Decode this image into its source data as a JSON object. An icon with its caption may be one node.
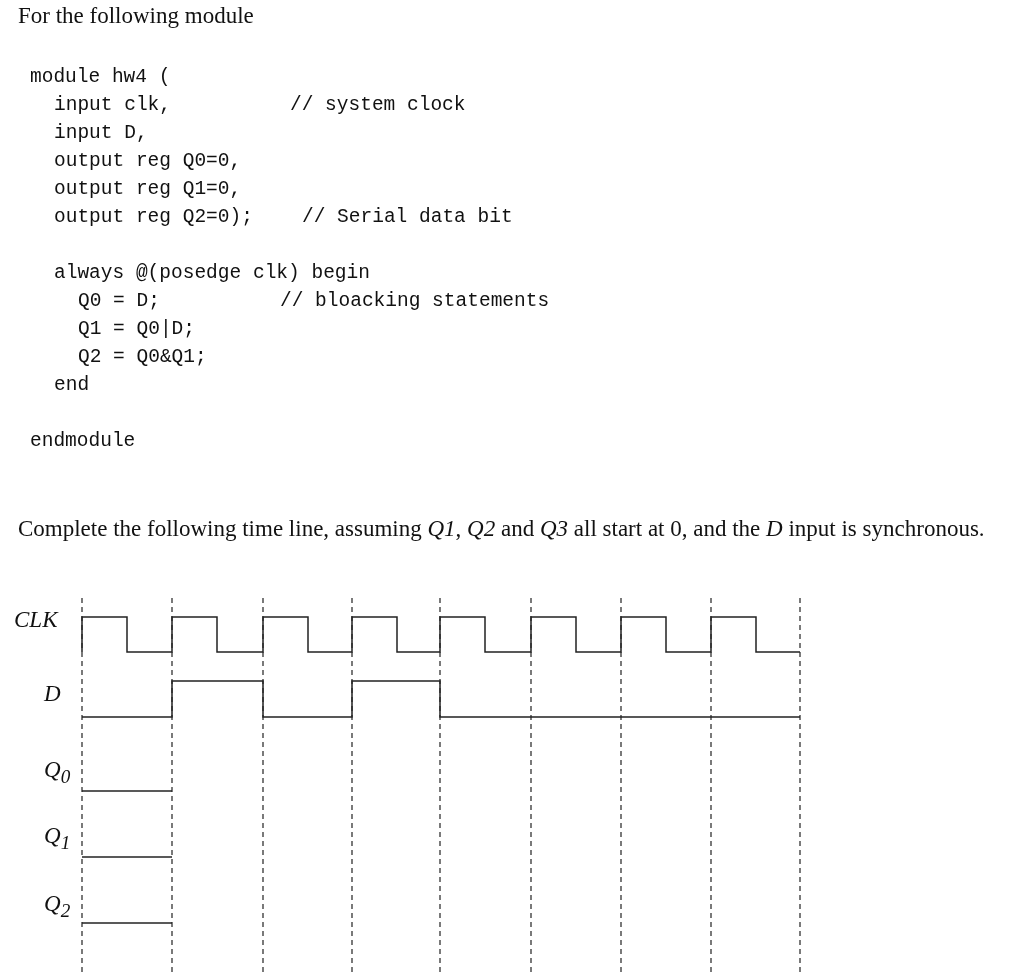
{
  "diagram": {
    "labels": [
      "For the following module",
      "module hw4 (",
      "input clk,",
      "// system clock",
      "input D,",
      "output reg Q0=0,",
      "output reg Q1=0,",
      "output reg Q2=0);",
      "// Serial data bit",
      "always @(posedge clk) begin",
      "Q0 = D;",
      "// bloacking statements",
      "Q1 = Q0|D;",
      "Q2 = Q0&Q1;",
      "end",
      "endmodule",
      "Complete the following time line, assuming *Q1*, *Q2* and *Q3* all start at 0, and the *D* input is synchronous.",
      "CLK",
      "D",
      "Q$_{0}$",
      "Q$_{1}$",
      "Q$_{2}$"
    ]
  }
}
